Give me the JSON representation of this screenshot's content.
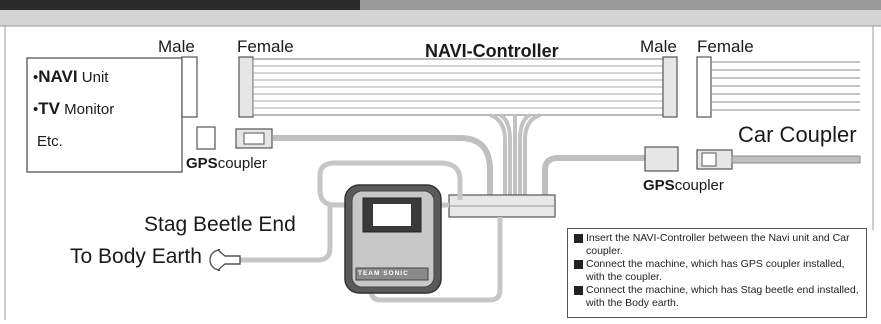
{
  "labels": {
    "male_left": "Male",
    "female_left": "Female",
    "navi_controller": "NAVI-Controller",
    "male_right": "Male",
    "female_right": "Female",
    "car_coupler": "Car Coupler",
    "gps_left_bold": "GPS",
    "gps_left_rest": "coupler",
    "gps_right_bold": "GPS",
    "gps_right_rest": "coupler",
    "stag_beetle_end": "Stag Beetle End",
    "to_body_earth": "To Body Earth",
    "device_logo": "TEAM SONIC"
  },
  "unit_box": {
    "line1_bullet": "•",
    "line1_bold": "NAVI",
    "line1_rest": " Unit",
    "line2_bullet": "•",
    "line2_bold": "TV",
    "line2_rest": " Monitor",
    "line3": "Etc."
  },
  "notes": [
    "Insert the NAVI-Controller between the Navi unit and Car coupler.",
    "Connect the machine, which has GPS coupler installed, with the coupler.",
    "Connect the machine, which has Stag beetle end installed, with the Body earth."
  ],
  "colors": {
    "cable_gray": "#bfbfbf",
    "outline": "#555555",
    "header_gray": "#d4d4d4",
    "connector_fill": "#e6e6e6",
    "device_dark": "#5a5a5a"
  }
}
